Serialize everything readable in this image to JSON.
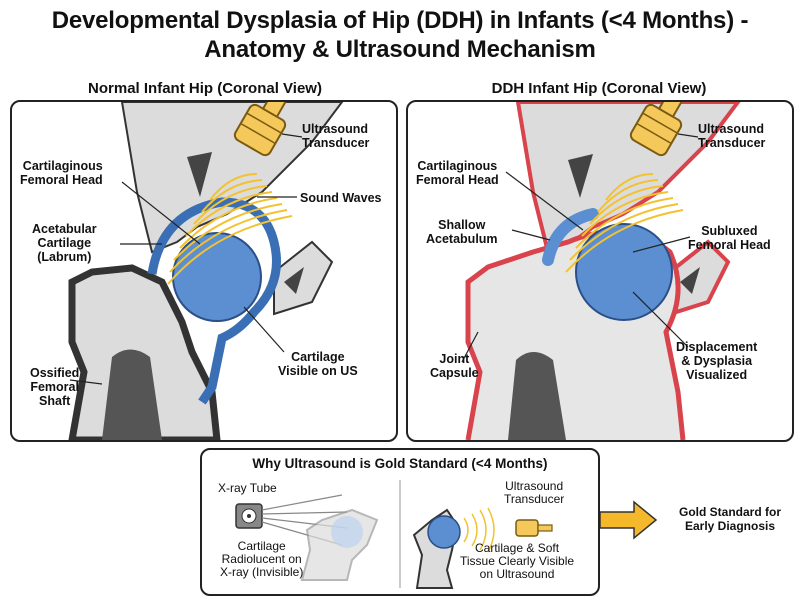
{
  "title": {
    "line1": "Developmental Dysplasia of Hip (DDH) in Infants (<4 Months) -",
    "line2": "Anatomy & Ultrasound Mechanism"
  },
  "colors": {
    "cartilage_blue": "#5b8fd1",
    "capsule_red": "#d9434b",
    "sound_wave": "#f2c230",
    "transducer": "#f4c85a",
    "bone_grey": "#d0d0d0",
    "arrow_gold": "#f5b82a"
  },
  "normal_panel": {
    "heading": "Normal Infant Hip (Coronal View)",
    "labels": {
      "ultrasound_transducer": [
        "Ultrasound",
        "Transducer"
      ],
      "sound_waves": "Sound Waves",
      "femoral_head": [
        "Cartilaginous",
        "Femoral Head"
      ],
      "acetabular_cartilage": [
        "Acetabular",
        "Cartilage",
        "(Labrum)"
      ],
      "cartilage_visible": [
        "Cartilage",
        "Visible on US"
      ],
      "femoral_shaft": [
        "Ossified",
        "Femoral",
        "Shaft"
      ]
    }
  },
  "ddh_panel": {
    "heading": "DDH Infant Hip (Coronal View)",
    "labels": {
      "ultrasound_transducer": [
        "Ultrasound",
        "Transducer"
      ],
      "femoral_head": [
        "Cartilaginous",
        "Femoral Head"
      ],
      "shallow_acetabulum": [
        "Shallow",
        "Acetabulum"
      ],
      "subluxed_head": [
        "Subluxed",
        "Femoral Head"
      ],
      "joint_capsule": [
        "Joint",
        "Capsule"
      ],
      "displacement": [
        "Displacement",
        "& Dysplasia",
        "Visualized"
      ]
    }
  },
  "comparison": {
    "heading": "Why Ultrasound is Gold Standard (<4 Months)",
    "xray_tube": "X-ray Tube",
    "xray_caption": [
      "Cartilage",
      "Radiolucent on",
      "X-ray (Invisible)"
    ],
    "us_transducer": [
      "Ultrasound",
      "Transducer"
    ],
    "us_caption": [
      "Cartilage & Soft",
      "Tissue Clearly Visible",
      "on Ultrasound"
    ],
    "gold_standard": [
      "Gold Standard for",
      "Early Diagnosis"
    ]
  }
}
